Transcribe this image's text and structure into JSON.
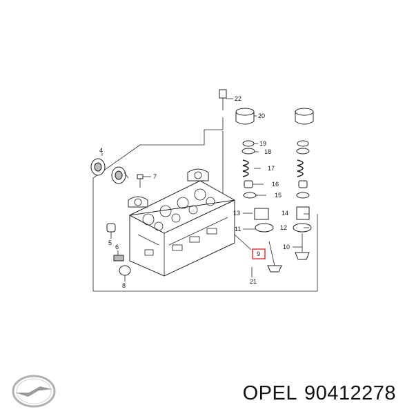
{
  "brand": "OPEL",
  "part_number": "90412278",
  "callouts": [
    "22",
    "20",
    "19",
    "18",
    "17",
    "16",
    "15",
    "13",
    "14",
    "12",
    "11",
    "10",
    "9",
    "21",
    "4",
    "7",
    "5",
    "6",
    "8"
  ],
  "highlighted_callout": "9",
  "colors": {
    "highlight": "#e53935",
    "ink": "#222222"
  },
  "logo_icon": "opel-logo-icon"
}
